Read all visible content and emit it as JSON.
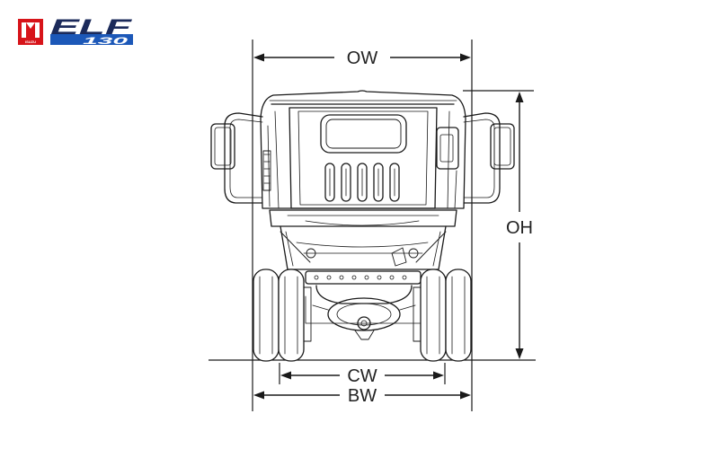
{
  "logo": {
    "brand_small": "ISUZU",
    "model": "ELF",
    "number": "130",
    "colors": {
      "red": "#d7141a",
      "blue": "#1c58b8",
      "dark": "#1b2a5a"
    }
  },
  "dimensions": {
    "overall_width": "OW",
    "overall_height": "OH",
    "cab_width": "CW",
    "body_width": "BW"
  },
  "colors": {
    "line": "#1a1a1a",
    "paper": "#ffffff"
  }
}
